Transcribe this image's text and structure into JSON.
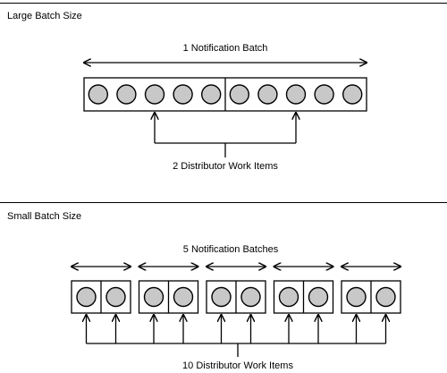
{
  "sections": [
    {
      "title": "Large Batch Size",
      "batch_label": "1 Notification Batch",
      "work_items_label": "2 Distributor Work Items",
      "batch_count": 1,
      "items_per_batch": 10,
      "work_item_count": 2
    },
    {
      "title": "Small Batch Size",
      "batch_label": "5 Notification Batches",
      "work_items_label": "10 Distributor Work Items",
      "batch_count": 5,
      "items_per_batch": 2,
      "work_item_count": 10
    }
  ]
}
